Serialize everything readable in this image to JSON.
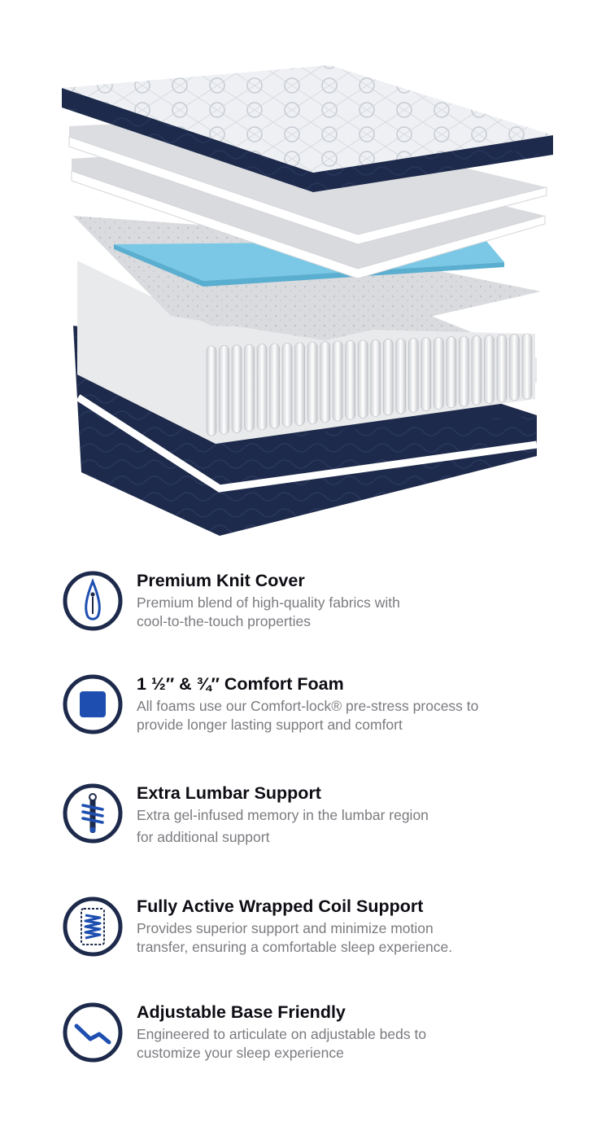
{
  "colors": {
    "navy": "#1d2a4b",
    "accent_blue": "#1e4fb0",
    "text_dark": "#0d0d14",
    "text_gray": "#7b7b80",
    "gel_blue": "#7ac8e6"
  },
  "features": [
    {
      "icon": "needle-icon",
      "title": "Premium Knit Cover",
      "desc_lines": [
        "Premium blend of high-quality fabrics with",
        "cool-to-the-touch properties"
      ]
    },
    {
      "icon": "foam-square-icon",
      "title": "1 ½″ & ¾″ Comfort Foam",
      "desc_lines": [
        "All foams use our Comfort-lock® pre-stress process to",
        "provide longer lasting support and comfort"
      ]
    },
    {
      "icon": "spine-icon",
      "title": "Extra Lumbar Support",
      "desc_lines": [
        "Extra gel-infused memory in the lumbar region",
        "for additional support"
      ]
    },
    {
      "icon": "coil-icon",
      "title": "Fully Active Wrapped Coil Support",
      "desc_lines": [
        "Provides superior support and minimize motion",
        "transfer, ensuring a comfortable sleep experience."
      ]
    },
    {
      "icon": "adjustable-base-icon",
      "title": "Adjustable Base Friendly",
      "desc_lines": [
        "Engineered to articulate on adjustable beds to",
        "customize your sleep experience"
      ]
    }
  ]
}
